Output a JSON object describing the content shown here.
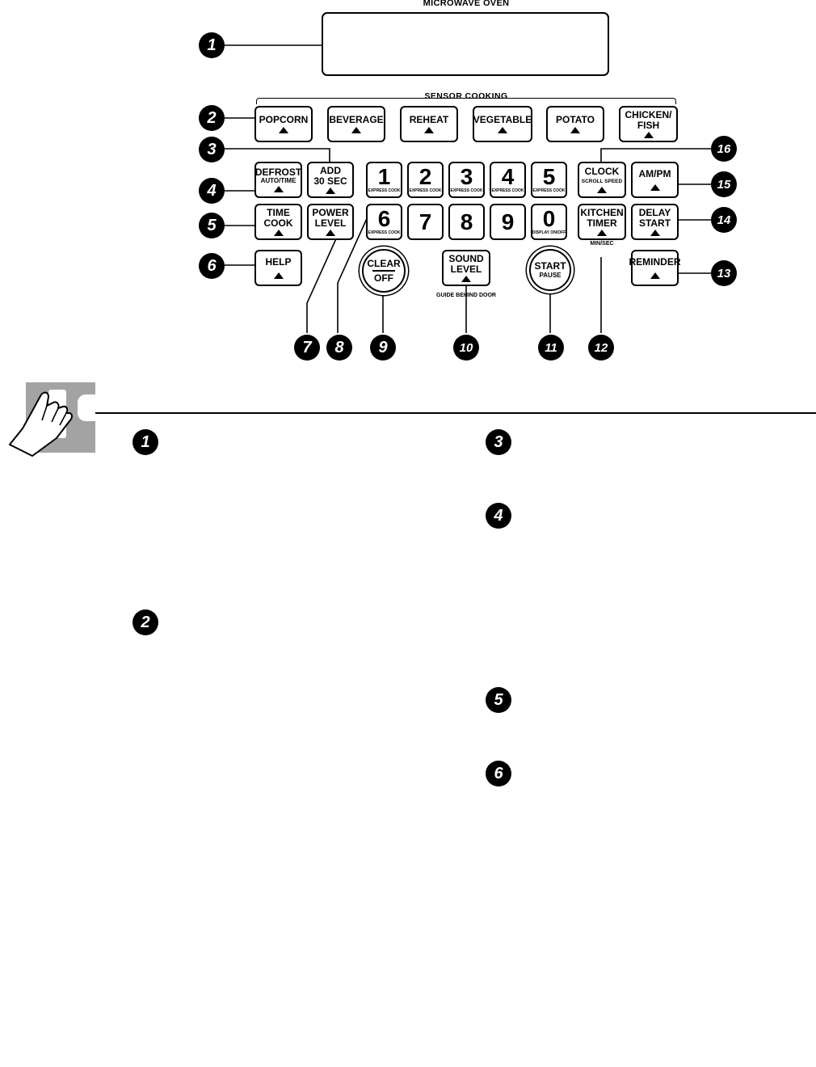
{
  "panel": {
    "title": "MICROWAVE OVEN",
    "sensor_label": "SENSOR COOKING",
    "sensor_keys": [
      {
        "line1": "POPCORN",
        "line2": ""
      },
      {
        "line1": "BEVERAGE",
        "line2": ""
      },
      {
        "line1": "REHEAT",
        "line2": ""
      },
      {
        "line1": "VEGETABLE",
        "line2": ""
      },
      {
        "line1": "POTATO",
        "line2": ""
      },
      {
        "line1": "CHICKEN/",
        "line2": "FISH"
      }
    ],
    "defrost": {
      "line1": "DEFROST",
      "sub": "AUTO/TIME"
    },
    "add30": {
      "line1": "ADD",
      "line2": "30 SEC"
    },
    "time_cook": {
      "line1": "TIME",
      "line2": "COOK"
    },
    "power_level": {
      "line1": "POWER",
      "line2": "LEVEL"
    },
    "help": {
      "line1": "HELP"
    },
    "numbers": [
      {
        "digit": "1",
        "sub": "EXPRESS COOK"
      },
      {
        "digit": "2",
        "sub": "EXPRESS COOK"
      },
      {
        "digit": "3",
        "sub": "EXPRESS COOK"
      },
      {
        "digit": "4",
        "sub": "EXPRESS COOK"
      },
      {
        "digit": "5",
        "sub": "EXPRESS COOK"
      },
      {
        "digit": "6",
        "sub": "EXPRESS COOK"
      },
      {
        "digit": "7",
        "sub": ""
      },
      {
        "digit": "8",
        "sub": ""
      },
      {
        "digit": "9",
        "sub": ""
      },
      {
        "digit": "0",
        "sub": "DISPLAY ON/OFF"
      }
    ],
    "clear": {
      "line1": "CLEAR",
      "line2": "OFF"
    },
    "sound": {
      "line1": "SOUND",
      "line2": "LEVEL",
      "caption": "GUIDE BEHIND DOOR"
    },
    "start": {
      "line1": "START",
      "sub": "PAUSE"
    },
    "clock": {
      "line1": "CLOCK",
      "sub": "SCROLL SPEED"
    },
    "ampm": {
      "line1": "AM/PM"
    },
    "kitchen_timer": {
      "line1": "KITCHEN",
      "line2": "TIMER",
      "caption": "MIN/SEC"
    },
    "delay_start": {
      "line1": "DELAY",
      "line2": "START"
    },
    "reminder": {
      "line1": "REMINDER"
    }
  },
  "callouts": [
    "1",
    "2",
    "3",
    "4",
    "5",
    "6",
    "7",
    "8",
    "9",
    "10",
    "11",
    "12",
    "13",
    "14",
    "15",
    "16"
  ],
  "section_callouts": [
    "1",
    "3",
    "4",
    "2",
    "5",
    "6"
  ]
}
